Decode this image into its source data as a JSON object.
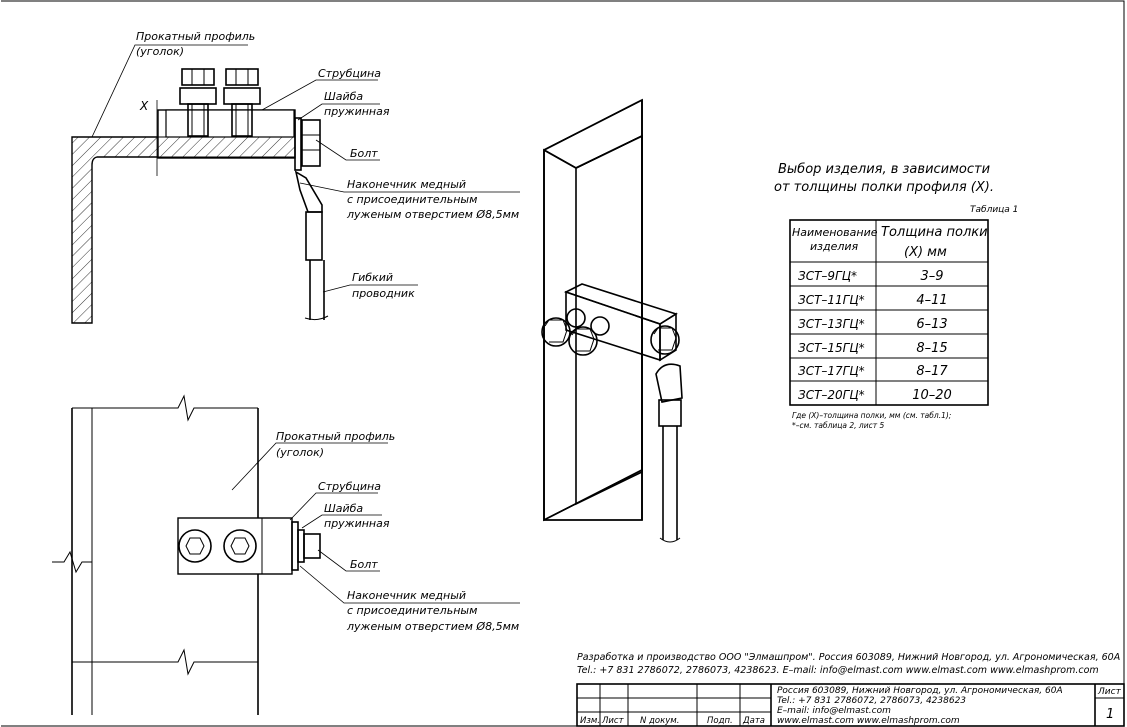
{
  "section_view": {
    "profile_label_1": "Прокатный профиль",
    "profile_label_2": "(уголок)",
    "clamp_label": "Струбцина",
    "washer_label_1": "Шайба",
    "washer_label_2": "пружинная",
    "bolt_label": "Болт",
    "lug_label_1": "Наконечник медный",
    "lug_label_2": "с присоединительным",
    "lug_label_3": "луженым отверстием Ø8,5мм",
    "wire_label_1": "Гибкий",
    "wire_label_2": "проводник",
    "dimension_x": "X"
  },
  "plan_view": {
    "profile_label_1": "Прокатный профиль",
    "profile_label_2": "(уголок)",
    "clamp_label": "Струбцина",
    "washer_label_1": "Шайба",
    "washer_label_2": "пружинная",
    "bolt_label": "Болт",
    "lug_label_1": "Наконечник медный",
    "lug_label_2": "с присоединительным",
    "lug_label_3": "луженым отверстием Ø8,5мм"
  },
  "selection_table": {
    "heading_line_1": "Выбор изделия, в зависимости",
    "heading_line_2": "от толщины полки профиля (X).",
    "table_label": "Таблица 1",
    "col_name_1": "Наименование",
    "col_name_2": "изделия",
    "col_thickness_1": "Толщина полки",
    "col_thickness_2": "(X) мм",
    "rows": [
      {
        "name": "ЗСТ–9ГЦ*",
        "range": "3–9"
      },
      {
        "name": "ЗСТ–11ГЦ*",
        "range": "4–11"
      },
      {
        "name": "ЗСТ–13ГЦ*",
        "range": "6–13"
      },
      {
        "name": "ЗСТ–15ГЦ*",
        "range": "8–15"
      },
      {
        "name": "ЗСТ–17ГЦ*",
        "range": "8–17"
      },
      {
        "name": "ЗСТ–20ГЦ*",
        "range": "10–20"
      }
    ],
    "note_1": "Где (X)–толщина полки, мм (см. табл.1);",
    "note_2": "*–см. таблица 2, лист 5"
  },
  "footer": {
    "maker_line": "Разработка и производство ООО \"Элмашпром\". Россия 603089, Нижний Новгород, ул. Агрономическая, 60А",
    "contact_line": "Tel.: +7 831 2786072, 2786073, 4238623. E–mail: info@elmast.com www.elmast.com www.elmashprom.com"
  },
  "title_block": {
    "address": "Россия 603089, Нижний Новгород, ул. Агрономическая, 60А",
    "tel": "Tel.: +7 831 2786072, 2786073, 4238623",
    "email": "E–mail: info@elmast.com",
    "web": "www.elmast.com www.elmashprom.com",
    "col_change": "Изм.",
    "col_sheet": "Лист",
    "col_doc": "N докум.",
    "col_sign": "Подп.",
    "col_date": "Дата",
    "sheet_label": "Лист",
    "sheet_number": "1"
  }
}
